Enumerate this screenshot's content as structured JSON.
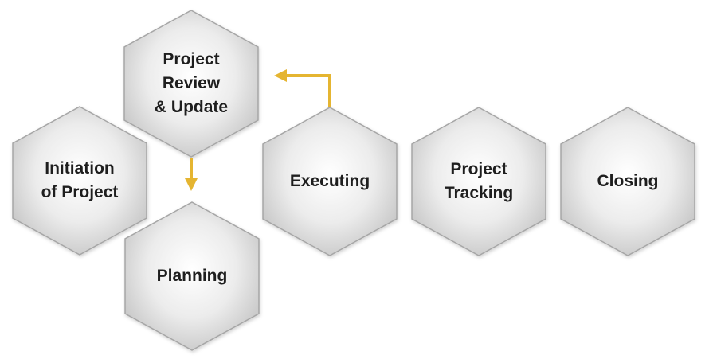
{
  "steps": [
    {
      "id": "initiation",
      "label": "Initiation\nof Project"
    },
    {
      "id": "review",
      "label": "Project\nReview\n& Update"
    },
    {
      "id": "planning",
      "label": "Planning"
    },
    {
      "id": "executing",
      "label": "Executing"
    },
    {
      "id": "tracking",
      "label": "Project\nTracking"
    },
    {
      "id": "closing",
      "label": "Closing"
    }
  ],
  "colors": {
    "hex_fill_center": "#ffffff",
    "hex_fill_edge": "#c9c9c9",
    "hex_stroke": "#a6a6a6",
    "arrow": "#e5b531",
    "text": "#1e1e1e"
  }
}
